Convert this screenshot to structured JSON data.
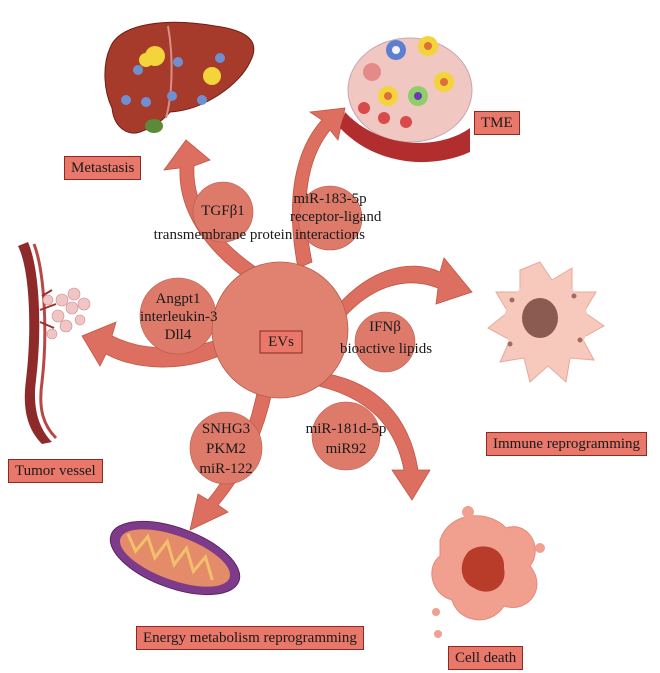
{
  "center": {
    "label": "EVs"
  },
  "colors": {
    "arrow": "#dc6f5f",
    "bubble": "#de7a6a",
    "label_fill": "#e9786b"
  },
  "branches": [
    {
      "id": "metastasis",
      "label": "Metastasis",
      "cargo": [
        "TGFβ1",
        "transmembrane protein"
      ],
      "icon": "liver-icon"
    },
    {
      "id": "tme",
      "label": "TME",
      "cargo": [
        "miR-183-5p",
        "receptor-ligand",
        "interactions"
      ],
      "icon": "tumor-microenvironment-icon"
    },
    {
      "id": "immune",
      "label": "Immune reprogramming",
      "cargo": [
        "IFNβ",
        "bioactive lipids"
      ],
      "icon": "immune-cell-icon"
    },
    {
      "id": "celldeath",
      "label": "Cell death",
      "cargo": [
        "miR-181d-5p",
        "miR92"
      ],
      "icon": "dying-cell-icon"
    },
    {
      "id": "energy",
      "label": "Energy metabolism reprogramming",
      "cargo": [
        "SNHG3",
        "PKM2",
        "miR-122"
      ],
      "icon": "mitochondrion-icon"
    },
    {
      "id": "vessel",
      "label": "Tumor vessel",
      "cargo": [
        "Angpt1",
        "interleukin-3",
        "Dll4"
      ],
      "icon": "blood-vessel-icon"
    }
  ]
}
